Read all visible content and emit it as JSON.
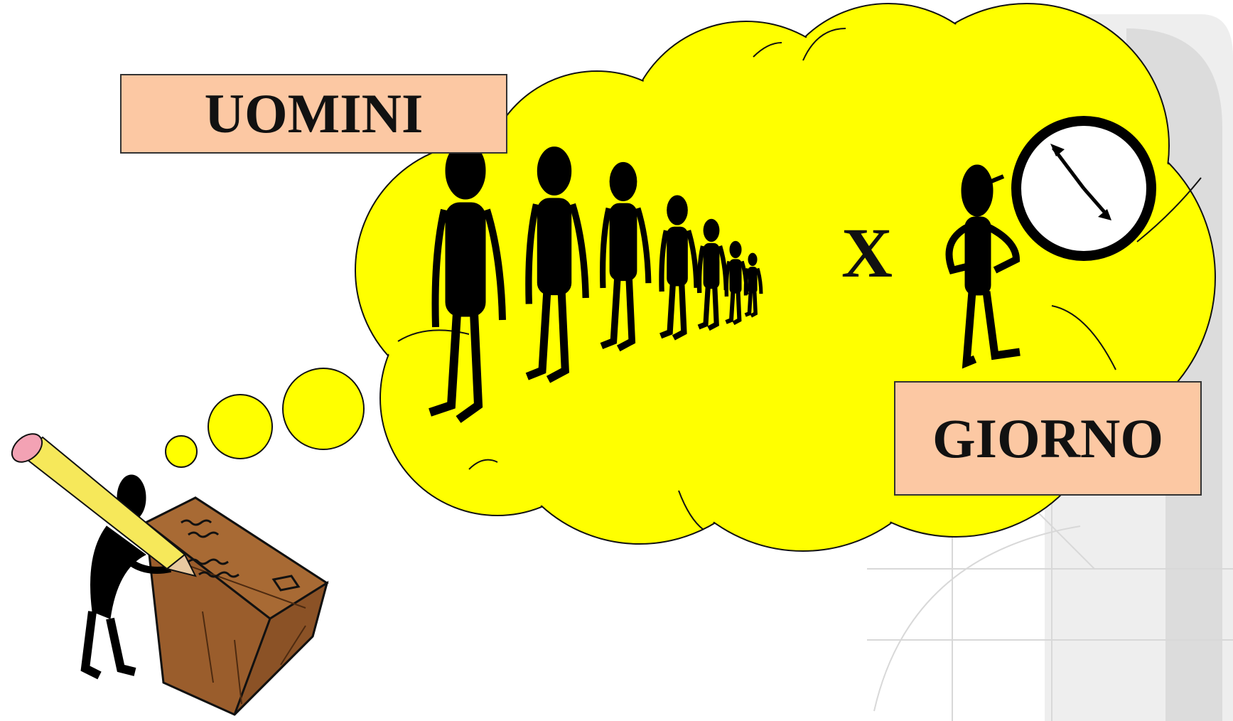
{
  "slide": {
    "labels": {
      "men": "UOMINI",
      "times": "X",
      "day": "GIORNO"
    },
    "colors": {
      "cloud": "#ffff00",
      "label_fill": "#fcc8a3",
      "figures": "#000000",
      "box": "#9a5d2c",
      "pencil": "#f6e85a",
      "eraser": "#f3a2b4",
      "background_watermark": "#e4e4e4"
    },
    "icons": [
      "thought-cloud",
      "walking-stick-figures",
      "clock-icon",
      "pencil-icon",
      "box-icon",
      "writer-figure"
    ]
  }
}
